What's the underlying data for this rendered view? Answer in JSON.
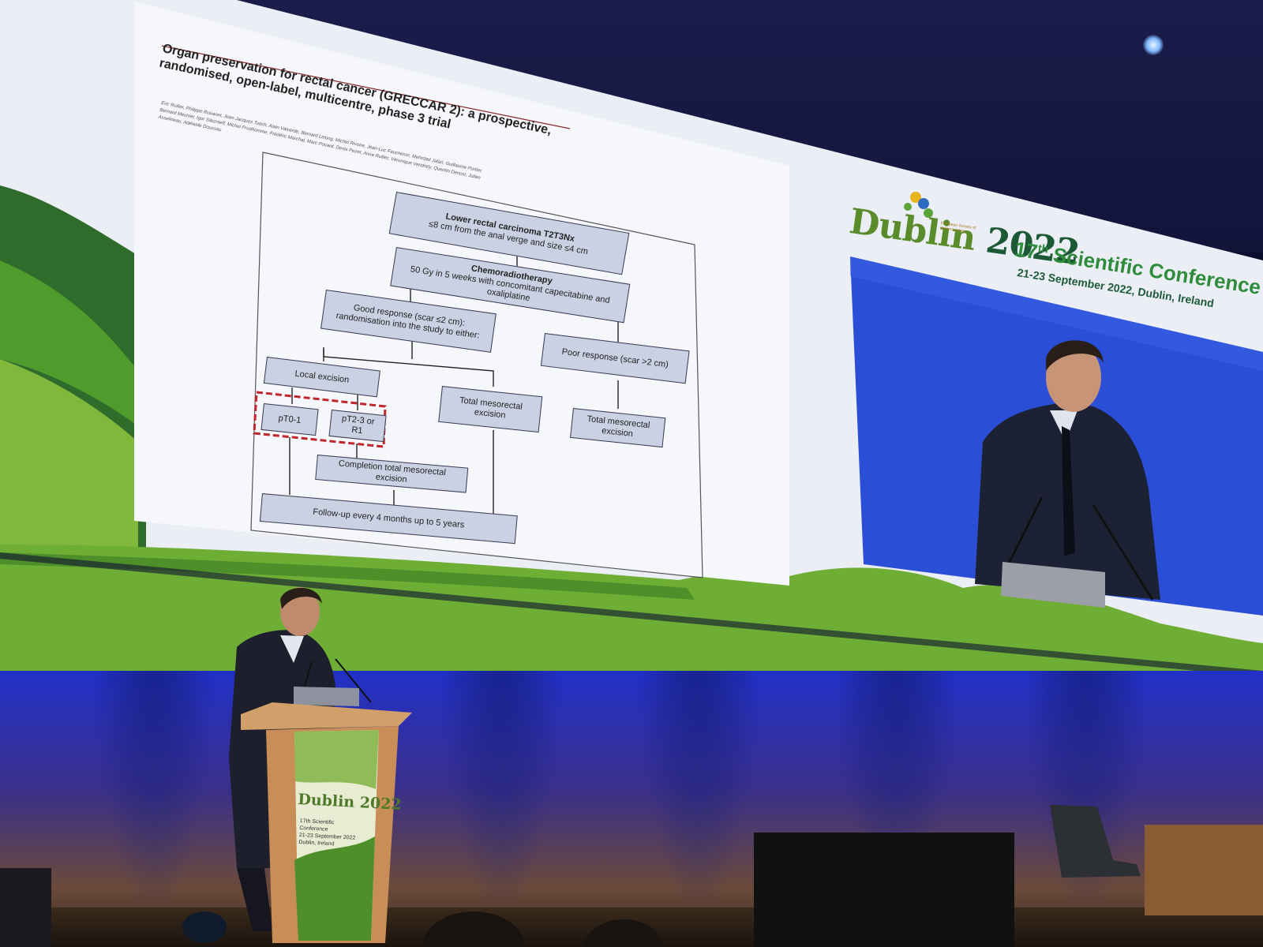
{
  "slide": {
    "title": "Organ preservation for rectal cancer (GRECCAR 2): a prospective, randomised, open-label, multicentre, phase 3 trial",
    "authors": "Eric Rullier, Philippe Rouanet, Jean-Jacques Tuech, Alain Valverde, Bernard Lelong, Michel Rivoire, Jean-Luc Faucheron, Mehrdad Jafari, Guillaume Portier, Bernard Meunier, Igor Sileznieff, Michel Prudhomme, Frédéric Marchal, Marc Pocard, Denis Pezet, Anne Rullier, Véronique Vendrely, Quentin Denost, Julien Asselineau, Adélaïde Doussau"
  },
  "flowchart": {
    "lower_rectal_title": "Lower rectal carcinoma T2T3Nx",
    "lower_rectal_detail": "≤8 cm from the anal verge and size ≤4 cm",
    "chemo_title": "Chemoradiotherapy",
    "chemo_detail": "50 Gy in 5 weeks with concomitant capecitabine and oxaliplatine",
    "good_response": "Good response (scar ≤2 cm): randomisation into the study to either:",
    "poor_response": "Poor response (scar >2 cm)",
    "local_excision": "Local excision",
    "total_mesorectal_excision_a": "Total mesorectal excision",
    "total_mesorectal_excision_b": "Total mesorectal excision",
    "pt0_1": "pT0-1",
    "pt2_3": "pT2-3 or R1",
    "completion": "Completion total mesorectal excision",
    "follow_up": "Follow-up every 4 months up to 5 years"
  },
  "conference": {
    "logo_city": "Dublin",
    "logo_year": "2022",
    "society": "European Society of Coloproctology",
    "title_number": "17",
    "title_suffix": "th",
    "title_text": " Scientific Conference",
    "dates": "21-23 September 2022, Dublin, Ireland"
  },
  "podium": {
    "logo_city": "Dublin",
    "logo_year": "2022",
    "line1": "17th Scientific Conference",
    "line2": "21-23 September 2022",
    "line3": "Dublin, Ireland"
  },
  "colors": {
    "slide_bg": "#f4f5fa",
    "flowchart_box": "#c9d1e2",
    "highlight_dashes": "#c0262b",
    "conference_green": "#2e8c3a",
    "screen_blue": "#2a4fd6",
    "stage_blue": "#1b2ad6"
  }
}
